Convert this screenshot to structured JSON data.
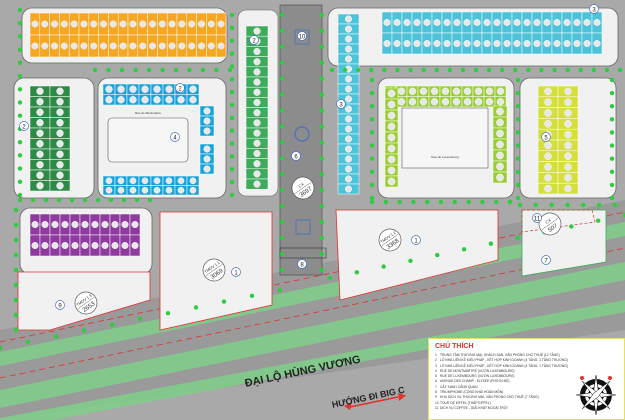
{
  "road": {
    "name": "ĐẠI LỘ HÙNG VƯƠNG",
    "direction": "HƯỚNG ĐI BIG C"
  },
  "streets": {
    "montmartre": "Rue de Montmartre",
    "luxembourg": "Rue de Luxembourg"
  },
  "plots": [
    {
      "code": "TMDV 1.1",
      "area": "3069",
      "marker": "1"
    },
    {
      "code": "TMDV 1.2",
      "area": "3368",
      "marker": "1"
    },
    {
      "code": "TMDV 1.3",
      "area": "2653",
      "marker": "9"
    },
    {
      "code": "CX",
      "area": "3697",
      "marker": "10"
    },
    {
      "code": "CX",
      "area": "507",
      "marker": "7"
    }
  ],
  "markers": [
    "2",
    "3",
    "4",
    "5",
    "6",
    "8",
    "11"
  ],
  "legend": {
    "title": "CHÚ THÍCH",
    "items": [
      "TRUNG TÂM THƯƠNG MẠI, KHÁCH SẠN, VĂN PHÒNG CHO THUÊ (12 TẦNG)",
      "LÔ NHÀ LIỀN KỀ KIỂU PHÁP - KẾT HỢP KINH DOANH (4 TẦNG, 1 TẦNG THƯƠNG)",
      "LÔ NHÀ LIỀN KỀ KIỂU PHÁP - KẾT HỢP KINH DOANH (4 TẦNG, 1 TẦNG THƯƠNG)",
      "RUE DE MONTMARTRE (VƯỜN LUXEMBOURG)",
      "RUE DE LUXEMBOURG (VƯỜN LUXEMBOURG)",
      "AVENUE DES CHAMP - ELYSEE (PHỐ ĐI BỘ)",
      "CÂY XANH CẢNH QUAN",
      "TRIUMPHOME (CỔNG KHẢI HOÀN MÔN)",
      "KHU DỊCH VỤ THƯƠNG MẠI, VĂN PHÒNG CHO THUÊ (7 TẦNG)",
      "TOUR DE EIFFEL (THÁP EIFFEL)",
      "DỊCH VỤ COFFEE - GIẢI KHÁT NGOÀI TRỜI"
    ]
  },
  "colors": {
    "orange": "#f5a623",
    "blue": "#1aa3d9",
    "green": "#3daa5c",
    "darkgreen": "#2e8b47",
    "teal": "#4cc3d9",
    "lime": "#9acd32",
    "yellow": "#d4df3a",
    "purple": "#8e3a9e",
    "red": "#e0322e",
    "tree": "#2ecc40"
  }
}
